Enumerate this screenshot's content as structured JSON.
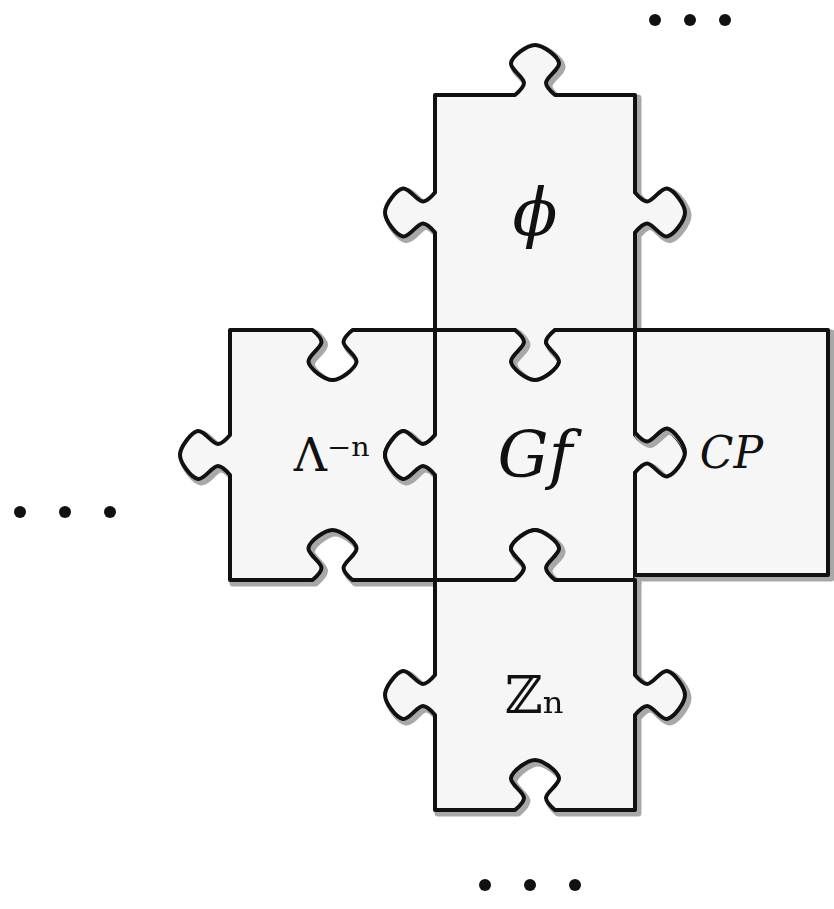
{
  "diagram": {
    "nodes": [
      {
        "text": [
          "ϕ"
        ]
      },
      {
        "text": [
          "Λ⁻ⁿ"
        ]
      },
      {
        "text": [
          "Gf"
        ]
      },
      {
        "text": [
          "CP"
        ]
      },
      {
        "text": [
          "ℤₙ"
        ]
      }
    ]
  }
}
